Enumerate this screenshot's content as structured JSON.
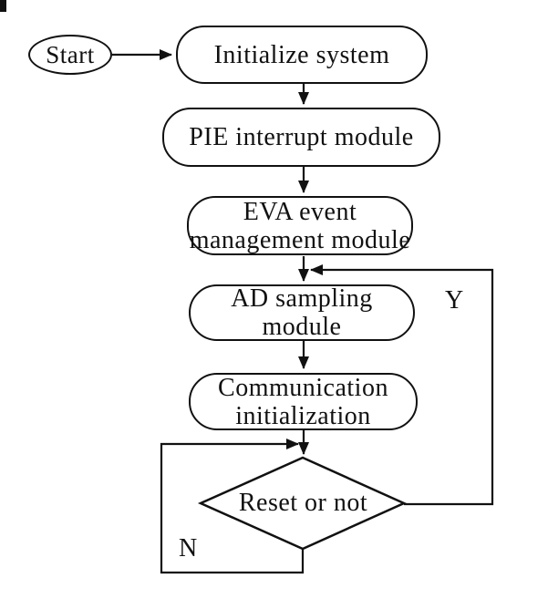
{
  "diagram": {
    "type": "flowchart",
    "nodes": {
      "start": {
        "label": "Start",
        "shape": "terminator"
      },
      "initialize": {
        "label": "Initialize system",
        "shape": "rounded-process"
      },
      "pie": {
        "label": "PIE interrupt module",
        "shape": "rounded-process"
      },
      "eva": {
        "label": "EVA event\nmanagement module",
        "shape": "rounded-process"
      },
      "ad": {
        "label": "AD sampling module",
        "shape": "rounded-process"
      },
      "comm": {
        "label": "Communication\ninitialization",
        "shape": "rounded-process"
      },
      "reset": {
        "label": "Reset or not",
        "shape": "decision"
      }
    },
    "branches": {
      "yes_label": "Y",
      "no_label": "N"
    },
    "flow": [
      "start -> initialize",
      "initialize -> pie",
      "pie -> eva",
      "eva -> ad",
      "ad -> comm",
      "comm -> reset",
      "reset -Y-> ad (loop back above AD sampling module)",
      "reset -N-> reset (loop back above decision)"
    ],
    "colors": {
      "line": "#111111",
      "text": "#111111",
      "background": "#ffffff"
    }
  }
}
